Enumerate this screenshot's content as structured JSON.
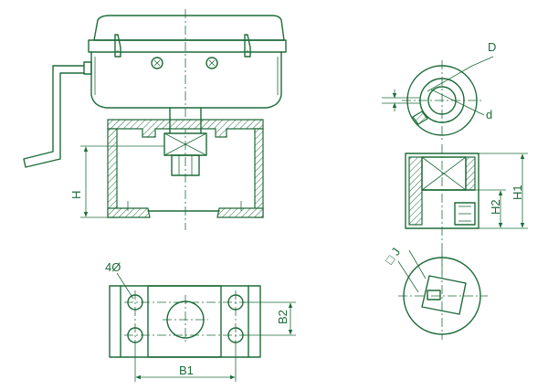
{
  "colors": {
    "line": "#1e6b3a",
    "background": "#ffffff"
  },
  "labels": {
    "front_height": "H",
    "bore_outer": "D",
    "bore_inner": "d",
    "side_height_total": "H1",
    "side_height_lower": "H2",
    "square_key": "□ J",
    "hole_count": "4Ø",
    "base_width": "B1",
    "base_depth": "B2"
  }
}
